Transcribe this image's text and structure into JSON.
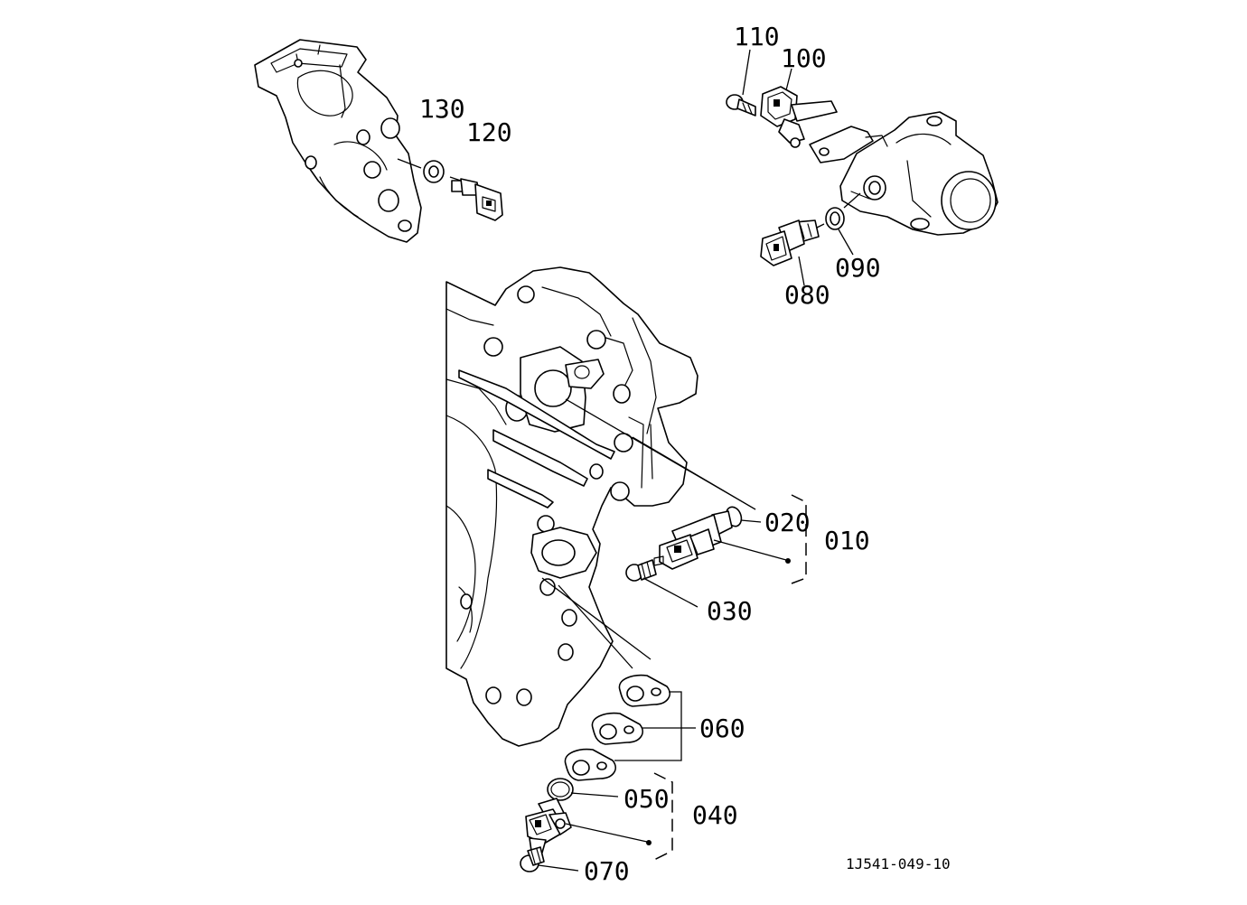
{
  "colors": {
    "line": "#000000",
    "background": "#ffffff"
  },
  "callouts": {
    "p010": "010",
    "p020": "020",
    "p030": "030",
    "p040": "040",
    "p050": "050",
    "p060": "060",
    "p070": "070",
    "p080": "080",
    "p090": "090",
    "p100": "100",
    "p110": "110",
    "p120": "120",
    "p130": "130"
  },
  "drawing_ref": "1J541-049-10"
}
